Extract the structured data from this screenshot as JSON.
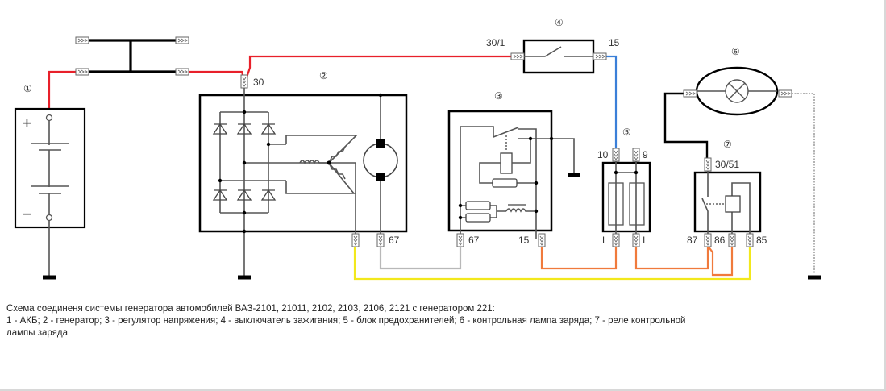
{
  "diagram": {
    "components": [
      {
        "id": 1,
        "marker": "①",
        "name": "battery",
        "labels": {
          "plus": "+",
          "minus": "−"
        }
      },
      {
        "id": 2,
        "marker": "②",
        "name": "generator",
        "terminals": [
          "30",
          "67"
        ]
      },
      {
        "id": 3,
        "marker": "③",
        "name": "voltage-regulator",
        "terminals": [
          "67",
          "15"
        ]
      },
      {
        "id": 4,
        "marker": "④",
        "name": "ignition-switch",
        "terminals": [
          "30/1",
          "15"
        ]
      },
      {
        "id": 5,
        "marker": "⑤",
        "name": "fuse-block",
        "terminals": [
          "10",
          "9",
          "L",
          "I"
        ]
      },
      {
        "id": 6,
        "marker": "⑥",
        "name": "charge-warning-lamp"
      },
      {
        "id": 7,
        "marker": "⑦",
        "name": "warning-lamp-relay",
        "terminals": [
          "30/51",
          "87",
          "86",
          "85"
        ]
      }
    ],
    "wire_colors": {
      "red": "#e8202a",
      "blue": "#3a7fd8",
      "orange": "#f07a3c",
      "yellow": "#f2e81c",
      "light_gray": "#b8b8b8",
      "black": "#000000",
      "dotted_gray": "#9a9a9a"
    }
  },
  "caption": {
    "line1": "Схема соединеня системы генератора автомобилей ВАЗ-2101, 21011, 2102, 2103, 2106, 2121 с генератором 221:",
    "line2": "1 - АКБ; 2 - генератор; 3 - регулятор напряжения; 4 - выключатель зажигания; 5 - блок предохранителей; 6 - контрольная лампа заряда; 7 - реле контрольной",
    "line3": "лампы заряда"
  }
}
